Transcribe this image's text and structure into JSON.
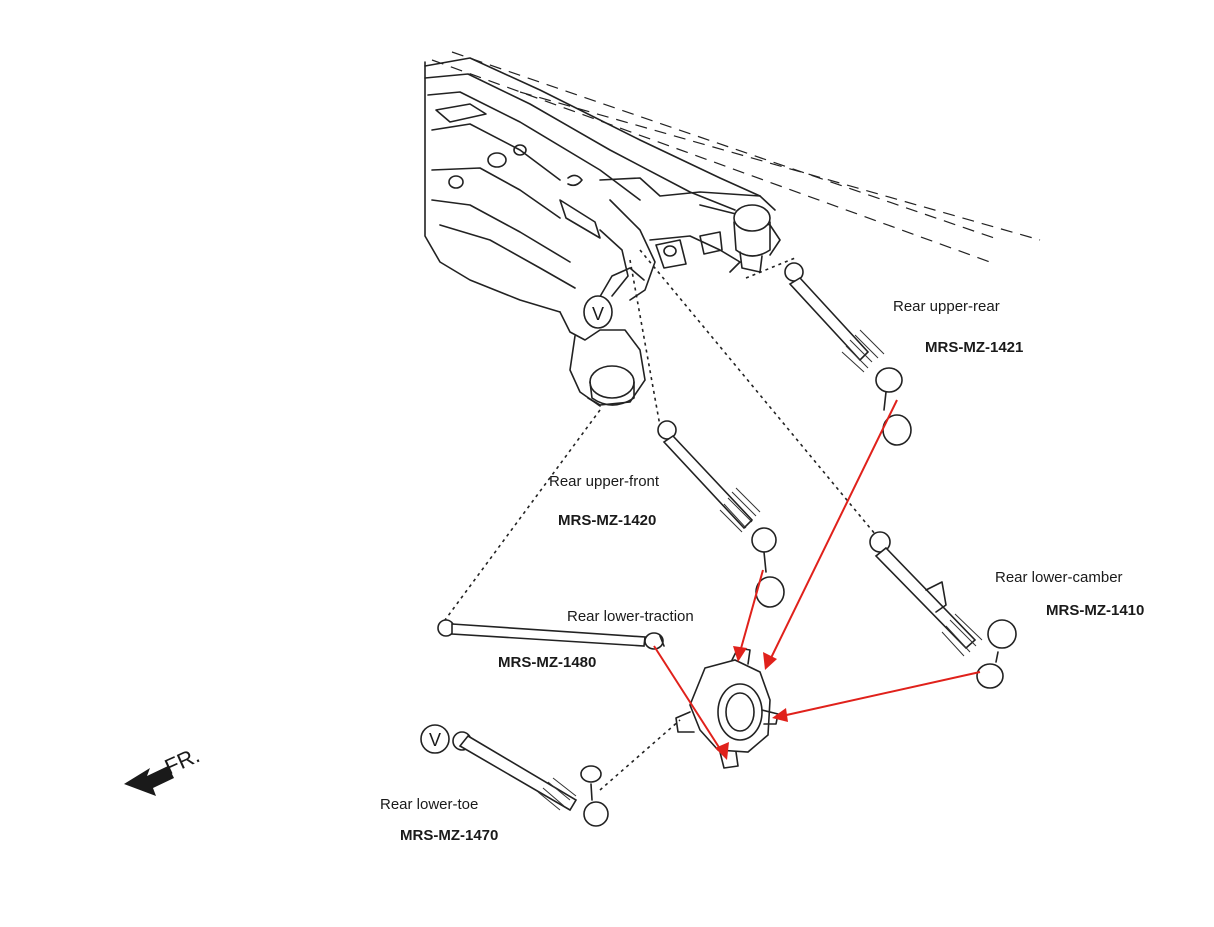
{
  "labels": {
    "rear_upper_rear": {
      "name": "Rear upper-rear",
      "part": "MRS-MZ-1421"
    },
    "rear_upper_front": {
      "name": "Rear upper-front",
      "part": "MRS-MZ-1420"
    },
    "rear_lower_camber": {
      "name": "Rear lower-camber",
      "part": "MRS-MZ-1410"
    },
    "rear_lower_traction": {
      "name": "Rear lower-traction",
      "part": "MRS-MZ-1480"
    },
    "rear_lower_toe": {
      "name": "Rear lower-toe",
      "part": "MRS-MZ-1470"
    }
  },
  "markers": {
    "v_marker": "V",
    "front_arrow": "FR."
  },
  "colors": {
    "ink": "#222222",
    "arrow": "#e0211b",
    "background": "#ffffff"
  }
}
